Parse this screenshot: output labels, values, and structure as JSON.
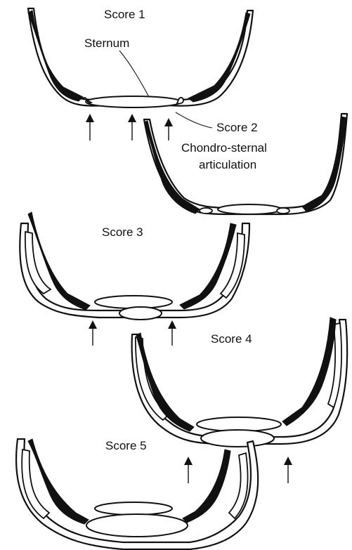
{
  "figure": {
    "labels": {
      "score1": "Score 1",
      "score2": "Score 2",
      "score3": "Score 3",
      "score4": "Score 4",
      "score5": "Score 5",
      "sternum": "Sternum",
      "chondro_line1": "Chondro-sternal",
      "chondro_line2": "articulation"
    }
  }
}
